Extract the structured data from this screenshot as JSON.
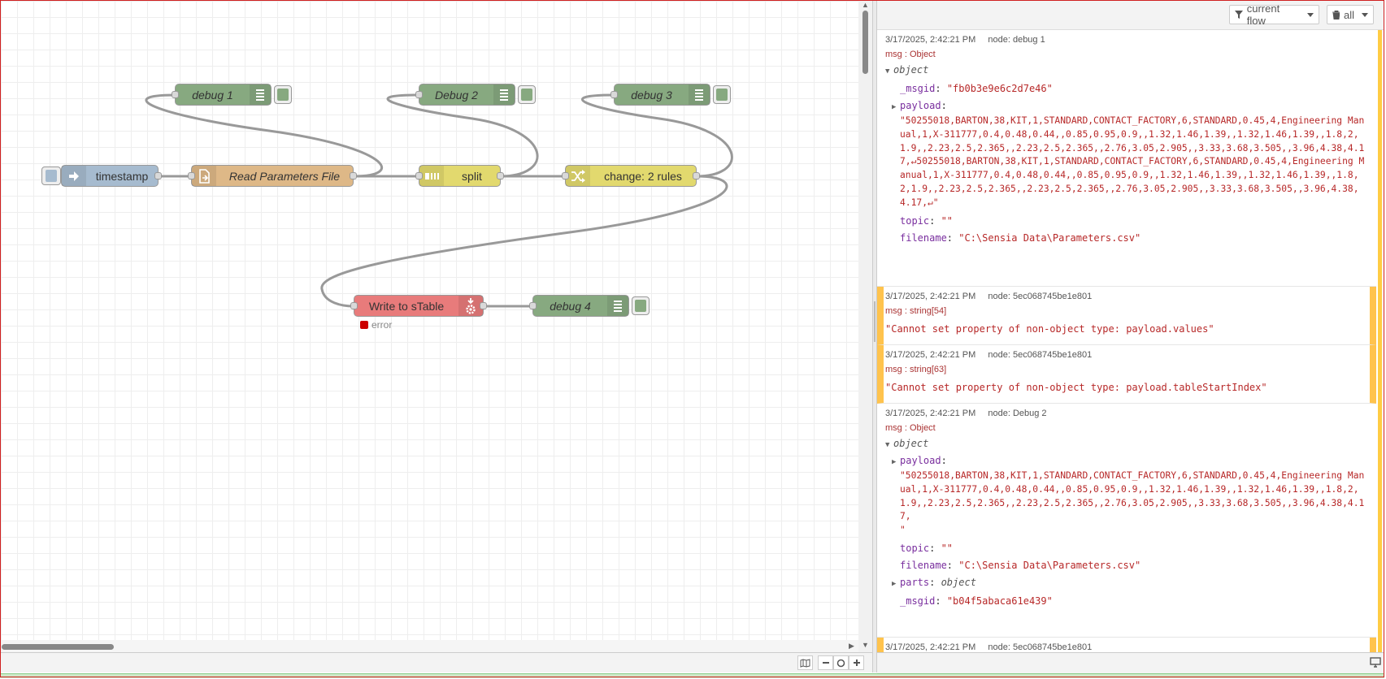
{
  "workspace": {
    "nodes": {
      "debug1": {
        "label": "debug 1"
      },
      "debug2": {
        "label": "Debug 2"
      },
      "debug3": {
        "label": "debug 3"
      },
      "debug4": {
        "label": "debug 4"
      },
      "timestamp": {
        "label": "timestamp"
      },
      "readfile": {
        "label": "Read Parameters File"
      },
      "split": {
        "label": "split"
      },
      "change": {
        "label": "change: 2 rules"
      },
      "write": {
        "label": "Write to sTable",
        "status": "error"
      }
    },
    "colors": {
      "debug": "#87a980",
      "inject": "#a6bbcf",
      "file": "#deb887",
      "function": "#e2d96e",
      "error_node": "#e87b7b",
      "wire": "#999999"
    }
  },
  "sidebar": {
    "filter_label": "current flow",
    "clear_label": "all",
    "messages": [
      {
        "time": "3/17/2025, 2:42:21 PM",
        "node": "node: debug 1",
        "type": "msg : Object",
        "object_label": "object",
        "msgid_key": "_msgid",
        "msgid_val": "\"fb0b3e9e6c2d7e46\"",
        "payload_key": "payload",
        "payload_val": "\"50255018,BARTON,38,KIT,1,STANDARD,CONTACT_FACTORY,6,STANDARD,0.45,4,Engineering Manual,1,X-311777,0.4,0.48,0.44,,0.85,0.95,0.9,,1.32,1.46,1.39,,1.32,1.46,1.39,,1.8,2,1.9,,2.23,2.5,2.365,,2.23,2.5,2.365,,2.76,3.05,2.905,,3.33,3.68,3.505,,3.96,4.38,4.17,↵50255018,BARTON,38,KIT,1,STANDARD,CONTACT_FACTORY,6,STANDARD,0.45,4,Engineering Manual,1,X-311777,0.4,0.48,0.44,,0.85,0.95,0.9,,1.32,1.46,1.39,,1.32,1.46,1.39,,1.8,2,1.9,,2.23,2.5,2.365,,2.23,2.5,2.365,,2.76,3.05,2.905,,3.33,3.68,3.505,,3.96,4.38,4.17,↵\"",
        "topic_key": "topic",
        "topic_val": "\"\"",
        "filename_key": "filename",
        "filename_val": "\"C:\\Sensia Data\\Parameters.csv\""
      },
      {
        "time": "3/17/2025, 2:42:21 PM",
        "node": "node: 5ec068745be1e801",
        "type": "msg : string[54]",
        "value": "\"Cannot set property of non-object type: payload.values\""
      },
      {
        "time": "3/17/2025, 2:42:21 PM",
        "node": "node: 5ec068745be1e801",
        "type": "msg : string[63]",
        "value": "\"Cannot set property of non-object type: payload.tableStartIndex\""
      },
      {
        "time": "3/17/2025, 2:42:21 PM",
        "node": "node: Debug 2",
        "type": "msg : Object",
        "object_label": "object",
        "payload_key": "payload",
        "payload_val": "\"50255018,BARTON,38,KIT,1,STANDARD,CONTACT_FACTORY,6,STANDARD,0.45,4,Engineering Manual,1,X-311777,0.4,0.48,0.44,,0.85,0.95,0.9,,1.32,1.46,1.39,,1.32,1.46,1.39,,1.8,2,1.9,,2.23,2.5,2.365,,2.23,2.5,2.365,,2.76,3.05,2.905,,3.33,3.68,3.505,,3.96,4.38,4.17,\n\"",
        "topic_key": "topic",
        "topic_val": "\"\"",
        "filename_key": "filename",
        "filename_val": "\"C:\\Sensia Data\\Parameters.csv\"",
        "parts_key": "parts",
        "parts_val": "object",
        "msgid_key": "_msgid",
        "msgid_val": "\"b04f5abaca61e439\""
      },
      {
        "time": "3/17/2025, 2:42:21 PM",
        "node": "node: 5ec068745be1e801"
      }
    ]
  }
}
